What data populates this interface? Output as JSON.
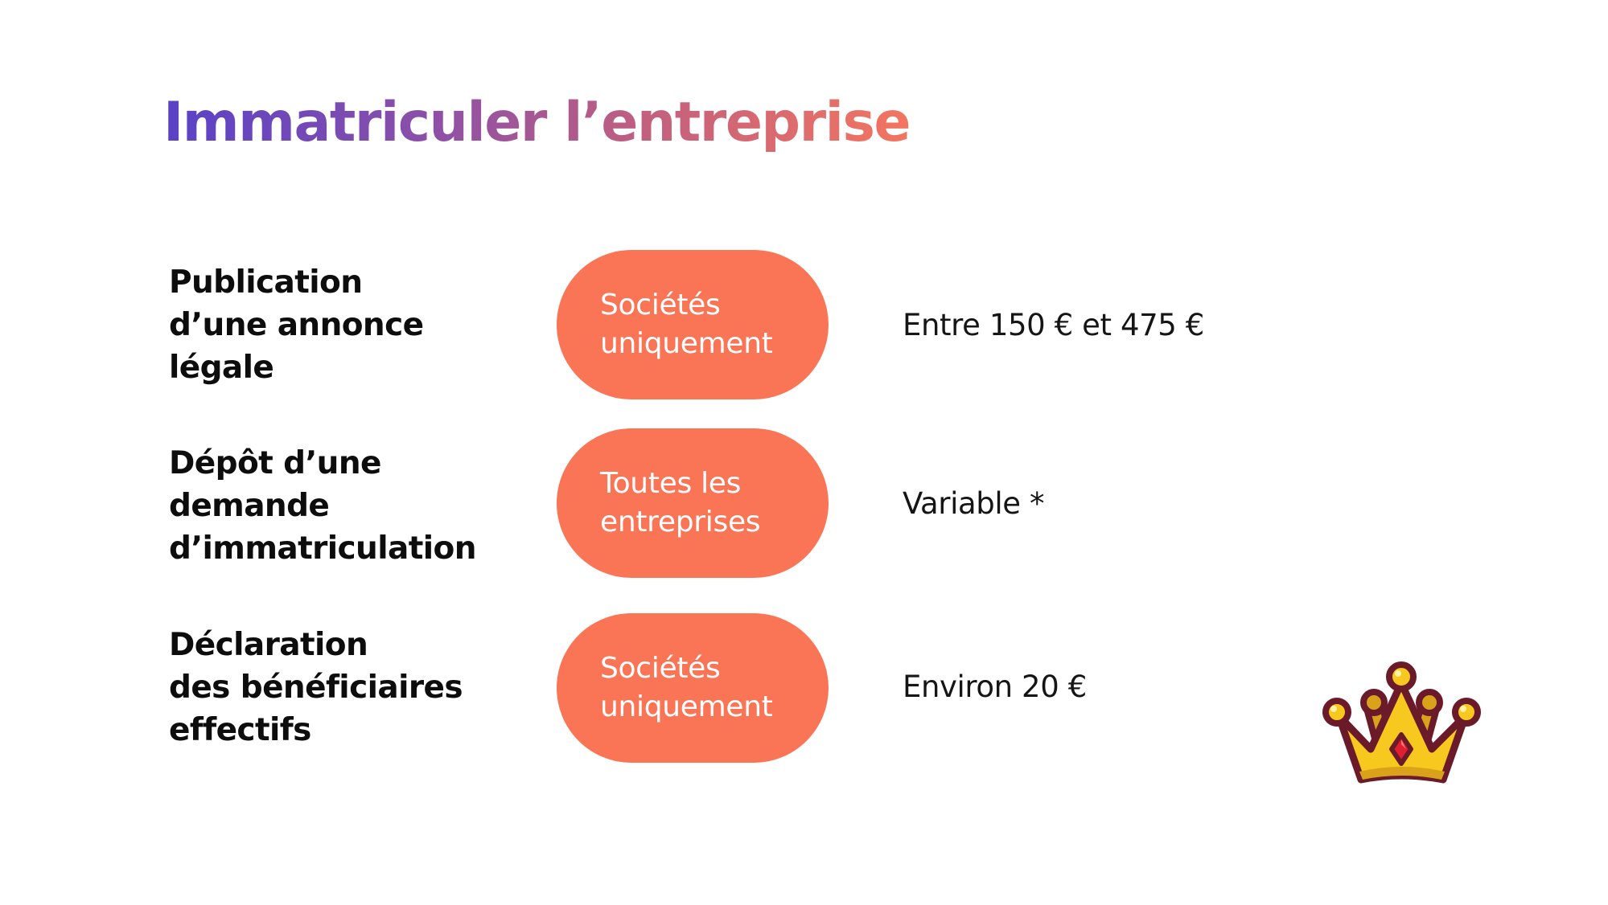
{
  "slide": {
    "title": "Immatriculer l’entreprise",
    "title_gradient": [
      "#5842C8",
      "#F37560"
    ],
    "pill_color": "#FA7556",
    "rows": [
      {
        "label": "Publication\nd’une annonce\nlégale",
        "scope": "Sociétés\nuniquement",
        "cost": "Entre 150 € et 475 €"
      },
      {
        "label": "Dépôt d’une\ndemande\nd’immatriculation",
        "scope": "Toutes les\nentreprises",
        "cost": "Variable *"
      },
      {
        "label": "Déclaration\ndes bénéficiaires\neffectifs",
        "scope": "Sociétés\nuniquement",
        "cost": "Environ 20 €"
      }
    ],
    "decoration": {
      "icon": "crown-icon",
      "colors": {
        "gold": "#F7C81E",
        "gold_shadow": "#D9A21A",
        "outline": "#6B1A2A",
        "gem": "#E0202E"
      }
    }
  }
}
